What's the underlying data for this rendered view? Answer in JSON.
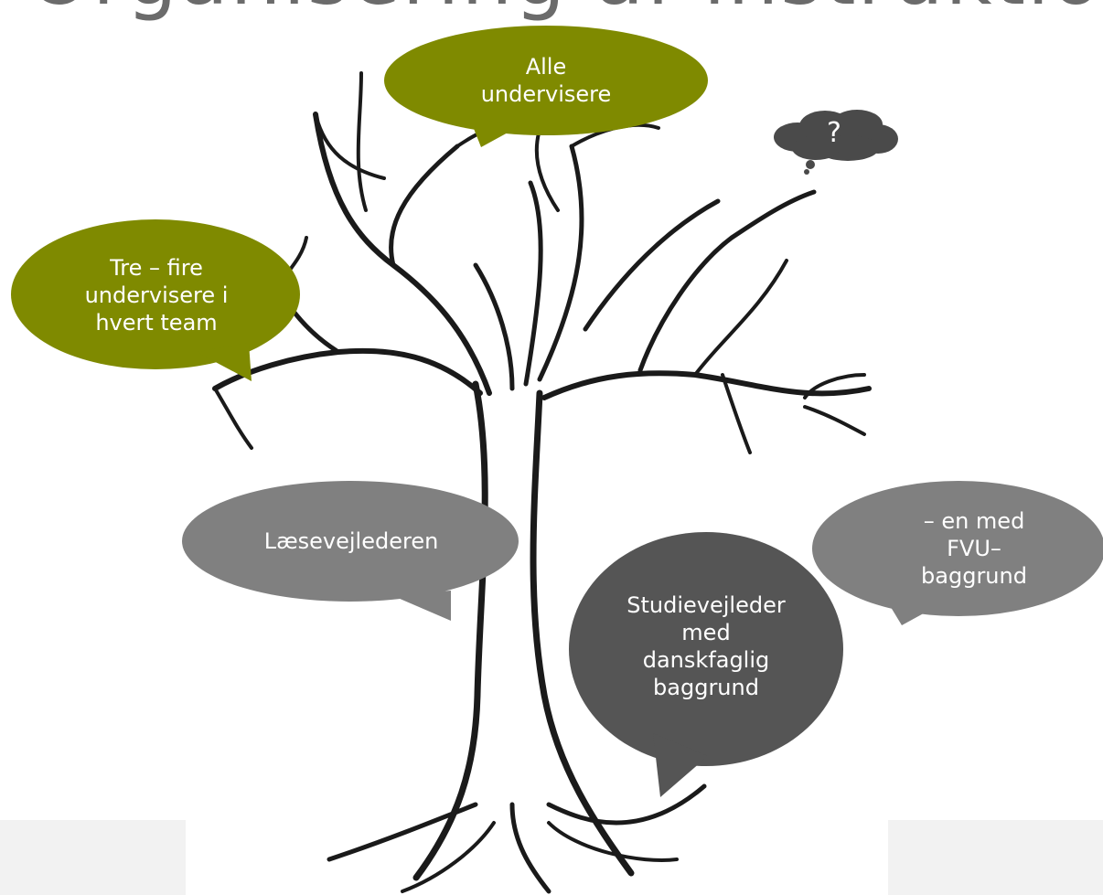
{
  "title": "Organisering af instruktion",
  "colors": {
    "olive": "#7f8a00",
    "mid_gray": "#808080",
    "dark_gray": "#555555",
    "cloud": "#4a4a4a",
    "tree_line": "#1a1a1a"
  },
  "bubbles": {
    "alle": {
      "text": "Alle\nundervisere"
    },
    "team": {
      "text": "Tre – fire\nundervisere i\nhvert team"
    },
    "laese": {
      "text": "Læsevejlederen"
    },
    "fvu": {
      "text": "– en med\nFVU–\nbaggrund"
    },
    "studie": {
      "text": "Studievejleder\nmed\ndanskfaglig\nbaggrund"
    },
    "question": {
      "text": "?"
    }
  }
}
